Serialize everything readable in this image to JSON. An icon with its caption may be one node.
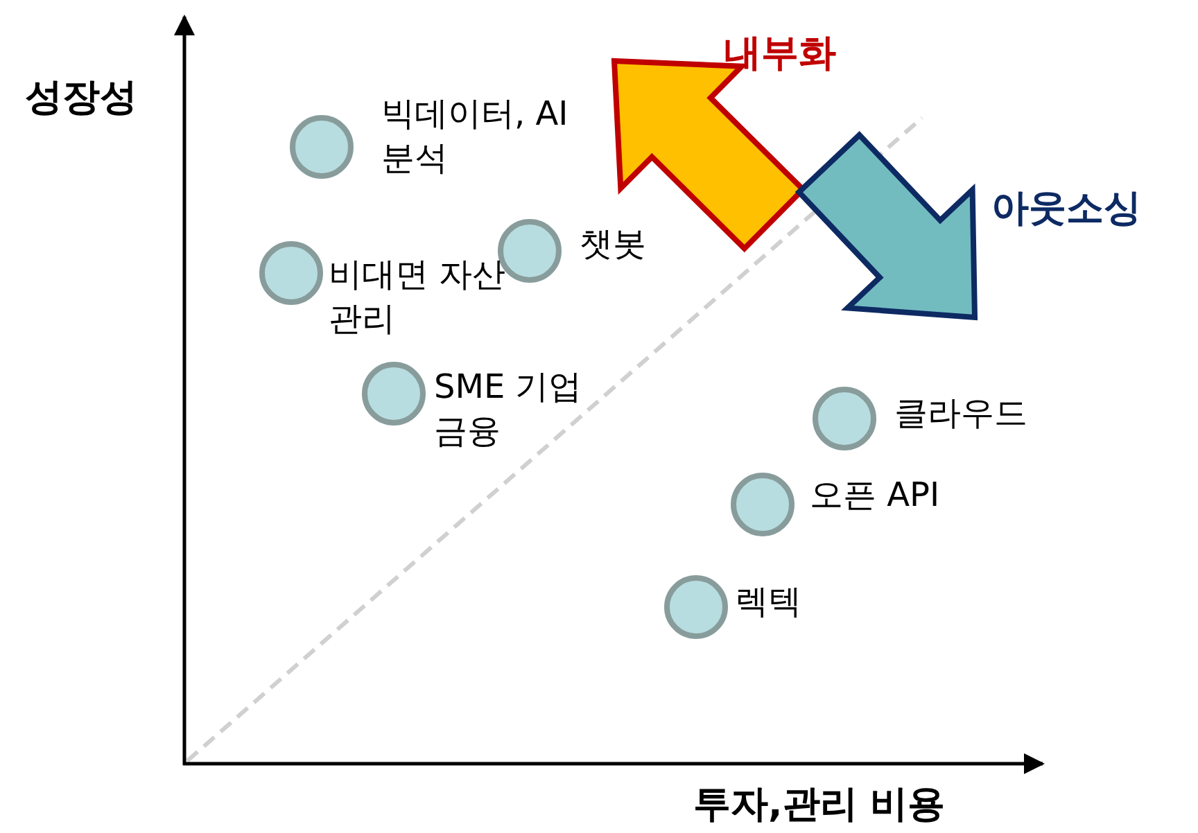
{
  "diagram": {
    "nodes": [
      {
        "text": [],
        "shape": "circle",
        "beside": [
          "빅데이터, AI 분석"
        ]
      },
      {
        "text": [],
        "shape": "circle",
        "beside": [
          "챗봇"
        ]
      },
      {
        "text": [],
        "shape": "circle",
        "beside": [
          "비대면 자산관리"
        ]
      },
      {
        "text": [],
        "shape": "circle",
        "beside": [
          "SME 기업금융"
        ]
      },
      {
        "text": [],
        "shape": "circle",
        "beside": [
          "클라우드"
        ]
      },
      {
        "text": [],
        "shape": "circle",
        "beside": [
          "오픈 API"
        ]
      },
      {
        "text": [],
        "shape": "circle",
        "beside": [
          "렉텍"
        ]
      }
    ],
    "labels": [
      "성장성",
      "내부화",
      "아웃소싱",
      "투자,관리 비용"
    ]
  }
}
